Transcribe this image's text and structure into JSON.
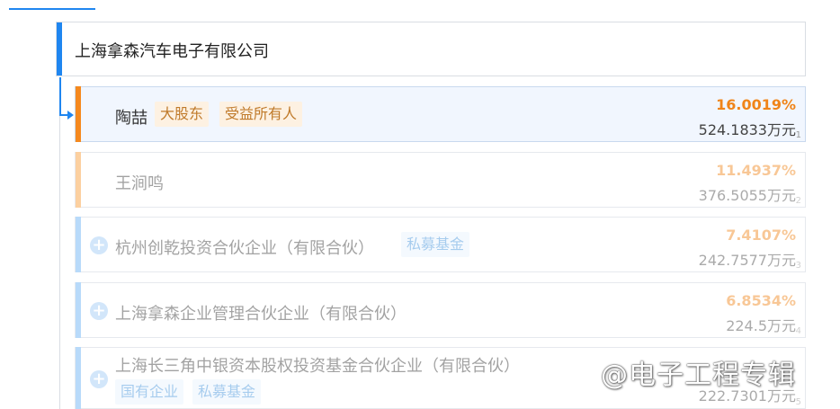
{
  "company": {
    "name": "上海拿森汽车电子有限公司"
  },
  "shareholders": [
    {
      "name": "陶喆",
      "tags": [
        "大股东",
        "受益所有人"
      ],
      "percent": "16.0019%",
      "amount": "524.1833万元",
      "rank": "1",
      "expand_icon": "",
      "accent": "#f5891e"
    },
    {
      "name": "王涧鸣",
      "tags": [],
      "percent": "11.4937%",
      "amount": "376.5055万元",
      "rank": "2",
      "expand_icon": "",
      "accent": "#fcd0a0"
    },
    {
      "name": "杭州创乾投资合伙企业（有限合伙）",
      "tags": [
        "私募基金"
      ],
      "percent": "7.4107%",
      "amount": "242.7577万元",
      "rank": "3",
      "expand_icon": "+",
      "accent": "#b8dafa"
    },
    {
      "name": "上海拿森企业管理合伙企业（有限合伙）",
      "tags": [],
      "percent": "6.8534%",
      "amount": "224.5万元",
      "rank": "4",
      "expand_icon": "+",
      "accent": "#b8dafa"
    },
    {
      "name": "上海长三角中银资本股权投资基金合伙企业（有限合伙）",
      "tags": [
        "国有企业",
        "私募基金"
      ],
      "percent": "",
      "amount": "222.7301万元",
      "rank": "5",
      "expand_icon": "+",
      "accent": "#b8dafa"
    }
  ],
  "watermark": "@电子工程专辑"
}
